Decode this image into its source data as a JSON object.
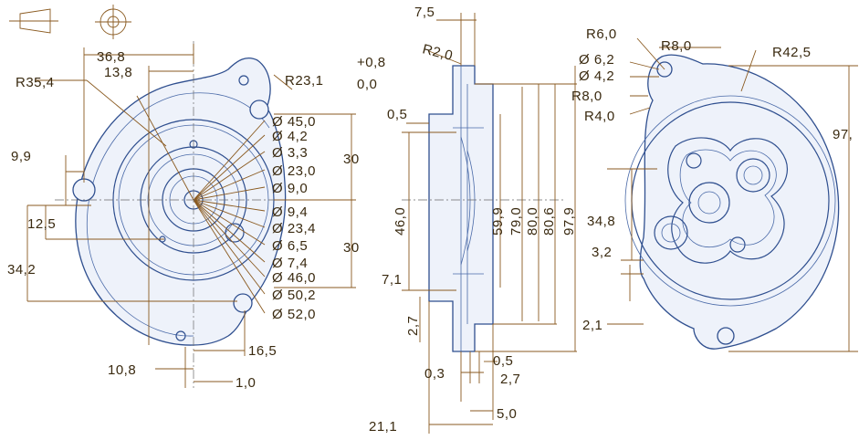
{
  "front_view": {
    "top_dims": [
      "36,8",
      "13,8"
    ],
    "radii": [
      "R35,4",
      "R23,1"
    ],
    "tolerance": [
      "+0,8",
      "0,0"
    ],
    "left_dims": [
      "9,9",
      "12,5",
      "34,2"
    ],
    "bottom_dims": [
      "16,5",
      "10,8",
      "1,0"
    ],
    "diameters": [
      "Ø 45,0",
      "Ø 4,2",
      "Ø 3,3",
      "Ø 23,0",
      "Ø 9,0",
      "Ø 9,4",
      "Ø 23,4",
      "Ø 6,5",
      "Ø 7,4",
      "Ø 46,0",
      "Ø 50,2",
      "Ø 52,0"
    ],
    "spacing_dims": [
      "30",
      "30"
    ]
  },
  "side_view": {
    "top_dims": [
      "7,5",
      "R2,0"
    ],
    "left_dims": [
      "0,5",
      "46,0",
      "7,1",
      "2,7"
    ],
    "heights": [
      "59,9",
      "79,0",
      "80,0",
      "80,6",
      "97,9"
    ],
    "bottom_dims": [
      "0,5",
      "0,3",
      "2,7",
      "5,0",
      "21,1"
    ]
  },
  "back_view": {
    "radii": [
      "R6,0",
      "R8,0",
      "R42,5",
      "R8,0",
      "R4,0"
    ],
    "diameters": [
      "Ø 6,2",
      "Ø 4,2"
    ],
    "dims": [
      "97,",
      "34,8",
      "3,2",
      "2,1"
    ]
  }
}
